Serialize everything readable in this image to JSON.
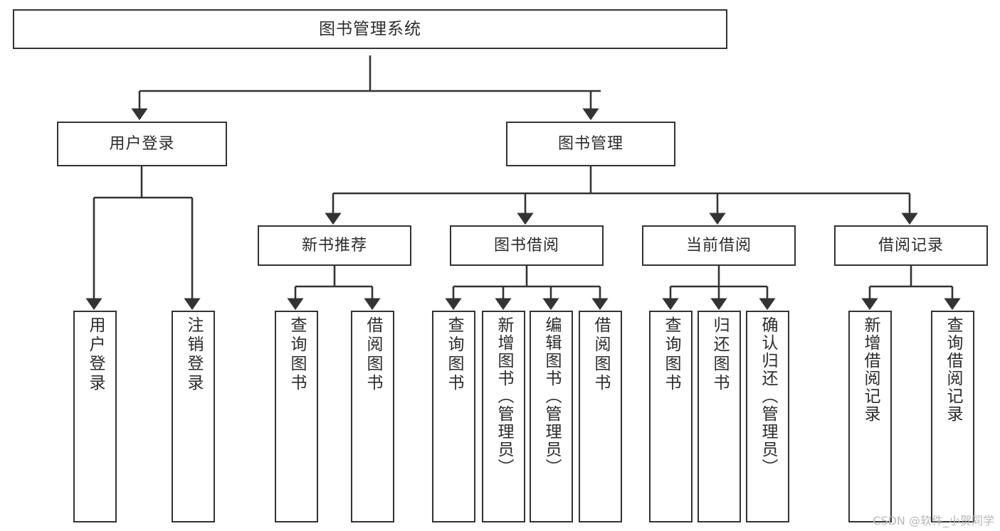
{
  "diagram": {
    "title": "图书管理系统",
    "watermark": "CSDN @软件_小贺同学",
    "line_color": "#333333",
    "box_fill": "#ffffff",
    "text_color": "#2b2b2b",
    "nodes": {
      "root": {
        "label": "图书管理系统"
      },
      "level1": [
        {
          "id": "user-login",
          "label": "用户登录"
        },
        {
          "id": "book-manage",
          "label": "图书管理"
        }
      ],
      "level2": [
        {
          "id": "new-book-recommend",
          "label": "新书推荐"
        },
        {
          "id": "book-borrow",
          "label": "图书借阅"
        },
        {
          "id": "current-borrow",
          "label": "当前借阅"
        },
        {
          "id": "borrow-record",
          "label": "借阅记录"
        }
      ],
      "leaves": {
        "user_login": [
          {
            "id": "leaf-user-login",
            "label": "用户登录"
          },
          {
            "id": "leaf-logout",
            "label": "注销登录"
          }
        ],
        "new_book_recommend": [
          {
            "id": "leaf-query-book-1",
            "label": "查询图书"
          },
          {
            "id": "leaf-borrow-book-1",
            "label": "借阅图书"
          }
        ],
        "book_borrow": [
          {
            "id": "leaf-query-book-2",
            "label": "查询图书"
          },
          {
            "id": "leaf-add-book",
            "label": "新增图书（管理员）"
          },
          {
            "id": "leaf-edit-book",
            "label": "编辑图书（管理员）"
          },
          {
            "id": "leaf-borrow-book-2",
            "label": "借阅图书"
          }
        ],
        "current_borrow": [
          {
            "id": "leaf-query-book-3",
            "label": "查询图书"
          },
          {
            "id": "leaf-return-book",
            "label": "归还图书"
          },
          {
            "id": "leaf-confirm-return",
            "label": "确认归还（管理员）"
          }
        ],
        "borrow_record": [
          {
            "id": "leaf-add-record",
            "label": "新增借阅记录"
          },
          {
            "id": "leaf-query-record",
            "label": "查询借阅记录"
          }
        ]
      }
    }
  }
}
